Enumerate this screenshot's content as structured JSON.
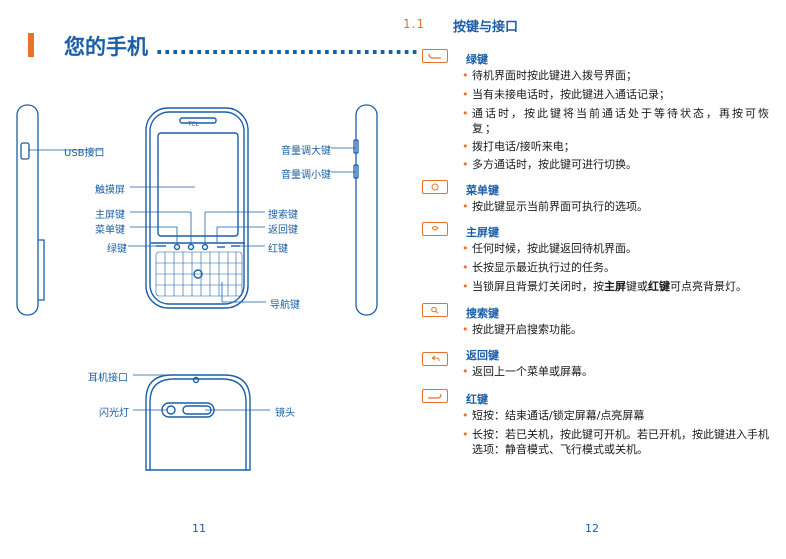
{
  "left_page": {
    "title": "您的手机 .................................",
    "callouts": {
      "usb": "USB接口",
      "touch": "触摸屏",
      "home": "主屏键",
      "menu": "菜单键",
      "green": "绿键",
      "vol_up": "音量调大键",
      "vol_down": "音量调小键",
      "search": "搜索键",
      "back": "返回键",
      "red": "红键",
      "nav": "导航键",
      "earphone": "耳机接口",
      "flash": "闪光灯",
      "camera": "镜头"
    },
    "phone_brand": "TCL",
    "page_number": "11"
  },
  "right_page": {
    "section_number": "1.1",
    "section_title": "按键与接口",
    "keys": [
      {
        "icon": "call-icon",
        "title": "绿键",
        "bullets": [
          "待机界面时按此键进入拨号界面；",
          "当有未接电话时，按此键进入通话记录；",
          "通话时，按此键将当前通话处于等待状态，再按可恢复；",
          "拨打电话/接听来电；",
          "多方通话时，按此键可进行切换。"
        ]
      },
      {
        "icon": "menu-icon",
        "title": "菜单键",
        "bullets": [
          "按此键显示当前界面可执行的选项。"
        ]
      },
      {
        "icon": "home-icon",
        "title": "主屏键",
        "bullets": [
          "任何时候，按此键返回待机界面。",
          "长按显示最近执行过的任务。"
        ]
      },
      {
        "icon": "search-icon",
        "title": "搜索键",
        "bullets": [
          "按此键开启搜索功能。"
        ]
      },
      {
        "icon": "back-icon",
        "title": "返回键",
        "bullets": [
          "返回上一个菜单或屏幕。"
        ]
      },
      {
        "icon": "end-call-icon",
        "title": "红键",
        "bullets": [
          "短按：结束通话/锁定屏幕/点亮屏幕",
          "长按：若已关机，按此键可开机。若已开机，按此键进入手机选项：静音模式、飞行模式或关机。"
        ]
      }
    ],
    "lock_tip": {
      "pre": "当锁屏且背景灯关闭时，按",
      "b1": "主屏",
      "mid1": "键或",
      "b2": "红键",
      "post": "可点亮背景灯。"
    },
    "page_number": "12"
  },
  "colors": {
    "accent_blue": "#1a5fa8",
    "accent_orange": "#e8722a"
  }
}
